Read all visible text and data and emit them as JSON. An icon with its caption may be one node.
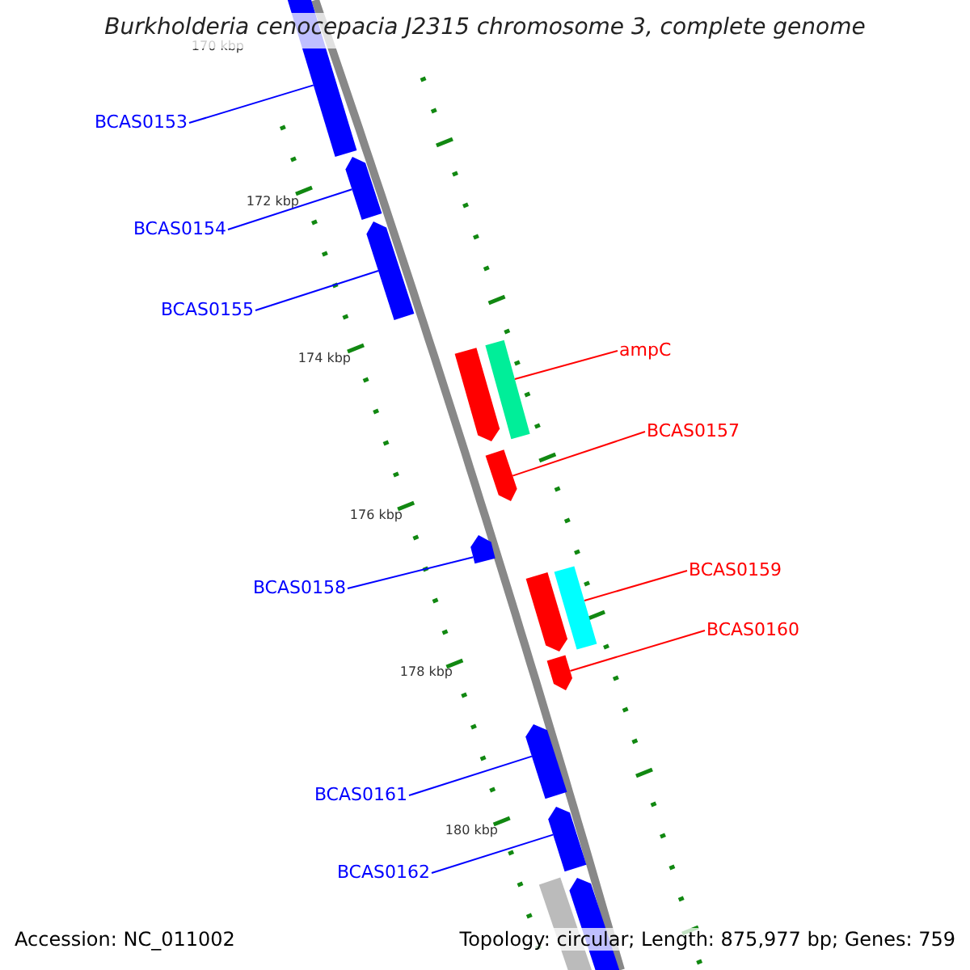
{
  "diagram": {
    "title": "Burkholderia cenocepacia J2315 chromosome 3, complete genome",
    "nodes": [
      {
        "text": [
          "BCAS0153"
        ]
      },
      {
        "text": [],
        "shape": "bar"
      },
      {
        "text": [
          "BCAS0154"
        ]
      },
      {
        "text": [],
        "shape": "bar"
      },
      {
        "text": [
          "BCAS0155"
        ]
      },
      {
        "text": [],
        "shape": "bar"
      },
      {
        "text": [],
        "shape": "bar"
      },
      {
        "text": [],
        "shape": "bar"
      },
      {
        "text": [
          "ampC"
        ]
      },
      {
        "text": [
          "BCAS0157"
        ]
      },
      {
        "text": [],
        "shape": "bar"
      },
      {
        "text": [
          "BCAS0158"
        ]
      },
      {
        "text": [],
        "shape": "bar"
      },
      {
        "text": [],
        "shape": "bar"
      },
      {
        "text": [],
        "shape": "bar"
      },
      {
        "text": [
          "BCAS0159"
        ]
      },
      {
        "text": [
          "BCAS0160"
        ]
      },
      {
        "text": [],
        "shape": "bar"
      },
      {
        "text": [
          "BCAS0161"
        ]
      },
      {
        "text": [],
        "shape": "bar"
      },
      {
        "text": [
          "BCAS0162"
        ]
      },
      {
        "text": [],
        "shape": "bar"
      },
      {
        "text": [],
        "shape": "bar"
      },
      {
        "text": [],
        "shape": "bar"
      }
    ],
    "edges": [
      {
        "from": 0,
        "to": 1,
        "arrow": "none"
      },
      {
        "from": 2,
        "to": 3,
        "arrow": "none"
      },
      {
        "from": 4,
        "to": 5,
        "arrow": "none"
      },
      {
        "from": 8,
        "to": 7,
        "arrow": "none",
        "color": "#ff0000"
      },
      {
        "from": 9,
        "to": 10,
        "arrow": "none",
        "color": "#ff0000"
      },
      {
        "from": 11,
        "to": 12,
        "arrow": "none"
      },
      {
        "from": 15,
        "to": 14,
        "arrow": "none",
        "color": "#ff0000"
      },
      {
        "from": 16,
        "to": 17,
        "arrow": "none",
        "color": "#ff0000"
      },
      {
        "from": 18,
        "to": 19,
        "arrow": "none"
      },
      {
        "from": 20,
        "to": 21,
        "arrow": "none"
      }
    ],
    "labels": [
      "170 kbp",
      "172 kbp",
      "174 kbp",
      "176 kbp",
      "178 kbp",
      "180 kbp",
      "Accession: NC_011002",
      "Topology: circular; Length: 875,977 bp; Genes: 759"
    ]
  }
}
